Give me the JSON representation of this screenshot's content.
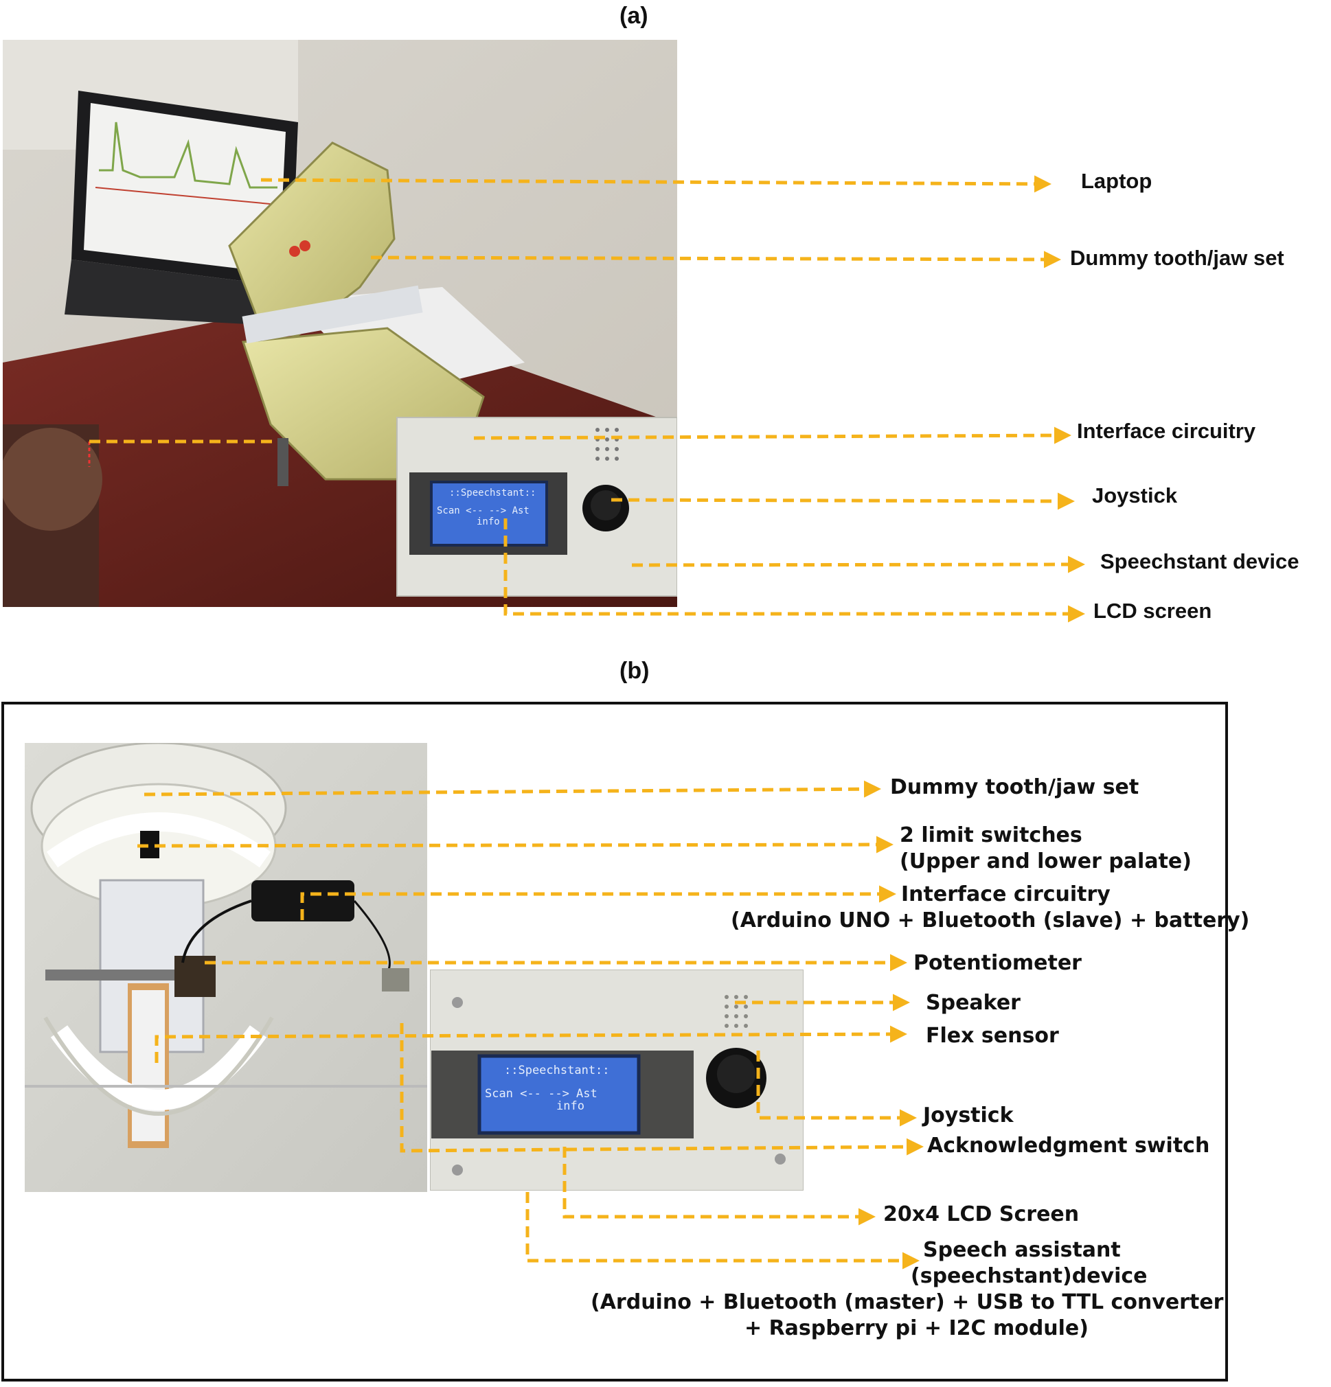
{
  "colors": {
    "arrow": "#f5b31b",
    "lcd": "#3f6fd6",
    "device": "#e2e2dc",
    "frame": "#111111"
  },
  "panel_a": {
    "label": "(a)",
    "labels": {
      "laptop": "Laptop",
      "jaw": "Dummy tooth/jaw set",
      "interface": "Interface circuitry",
      "joystick": "Joystick",
      "device": "Speechstant device",
      "lcd": "LCD screen"
    },
    "lcd": {
      "line1": "::Speechstant::",
      "line2": "Scan <--     --> Ast",
      "line3": "info"
    }
  },
  "panel_b": {
    "label": "(b)",
    "labels": {
      "jaw": "Dummy tooth/jaw set",
      "limit_1": "2 limit switches",
      "limit_2": "(Upper and lower palate)",
      "interface_1": "Interface circuitry",
      "interface_2": "(Arduino UNO + Bluetooth (slave) + battery)",
      "potentiometer": "Potentiometer",
      "speaker": "Speaker",
      "flex": "Flex sensor",
      "joystick": "Joystick",
      "ack": "Acknowledgment switch",
      "lcd": "20x4 LCD Screen",
      "speech_1": "Speech assistant",
      "speech_2": "(speechstant)device",
      "speech_3": "(Arduino + Bluetooth (master) + USB to TTL converter",
      "speech_4": "+ Raspberry pi + I2C module)"
    },
    "lcd": {
      "line1": "::Speechstant::",
      "line2": "Scan <--     --> Ast",
      "line3": "info"
    }
  }
}
